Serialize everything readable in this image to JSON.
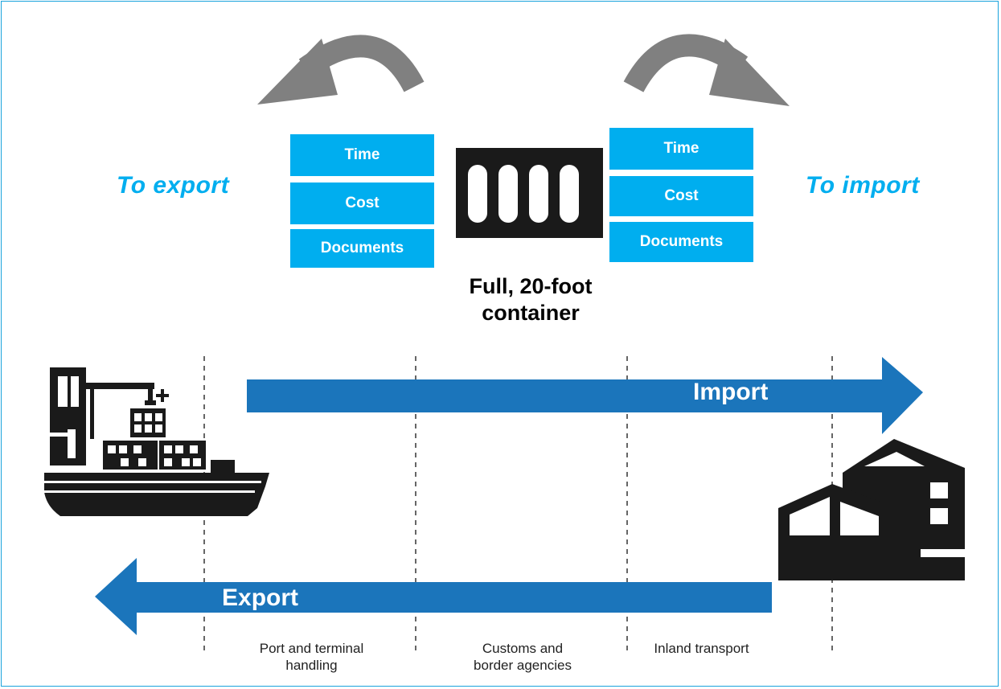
{
  "export_side": {
    "label": "To export",
    "items": [
      "Time",
      "Cost",
      "Documents"
    ]
  },
  "import_side": {
    "label": "To import",
    "items": [
      "Time",
      "Cost",
      "Documents"
    ]
  },
  "container": {
    "caption_line1": "Full, 20-foot",
    "caption_line2": "container",
    "icon": "shipping-container-icon"
  },
  "flows": {
    "import_label": "Import",
    "export_label": "Export"
  },
  "stages": [
    {
      "line1": "Port and terminal",
      "line2": "handling"
    },
    {
      "line1": "Customs and",
      "line2": "border agencies"
    },
    {
      "line1": "Inland transport",
      "line2": ""
    }
  ],
  "icons": [
    "cargo-ship-icon",
    "warehouse-icon",
    "curved-arrow-left-icon",
    "curved-arrow-right-icon"
  ],
  "colors": {
    "accent": "#00aeef",
    "flow_arrow": "#1b75bb",
    "curved_arrow": "#808080",
    "icon": "#1a1a1a",
    "frame": "#1aa3dc"
  }
}
